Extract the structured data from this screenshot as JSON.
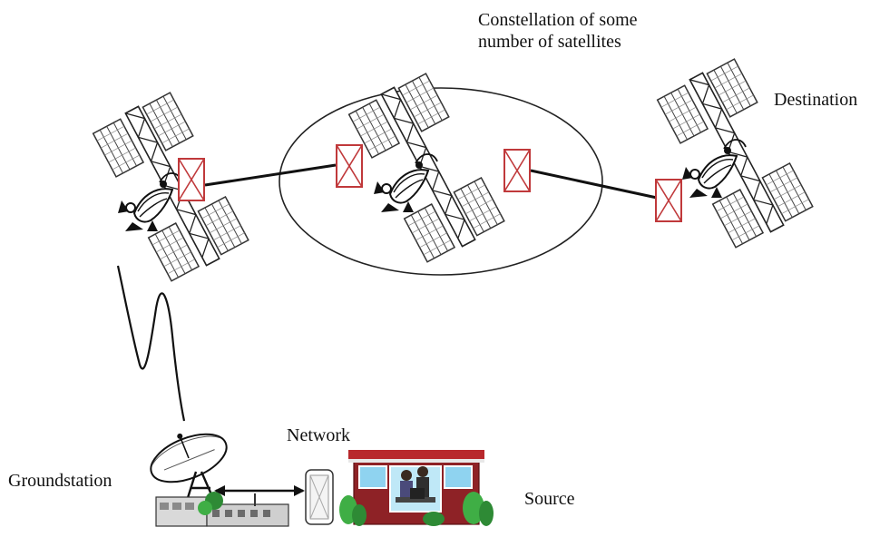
{
  "labels": {
    "constellation_line1": "Constellation of some",
    "constellation_line2": "number of satellites",
    "destination": "Destination",
    "network": "Network",
    "groundstation": "Groundstation",
    "source": "Source"
  },
  "colors": {
    "link_box": "#c0393b",
    "line": "#111111",
    "panel_fill": "#ffffff",
    "panel_stroke": "#333333",
    "building_roof": "#a8262a",
    "building_wall": "#7c1f22",
    "window_glass": "#8fd3f0",
    "tree": "#2ea835"
  },
  "icons": {
    "satellite": "satellite-icon",
    "link_box": "crossed-box-icon",
    "dish": "satellite-dish-icon",
    "building": "office-building-icon",
    "device": "network-device-icon"
  }
}
